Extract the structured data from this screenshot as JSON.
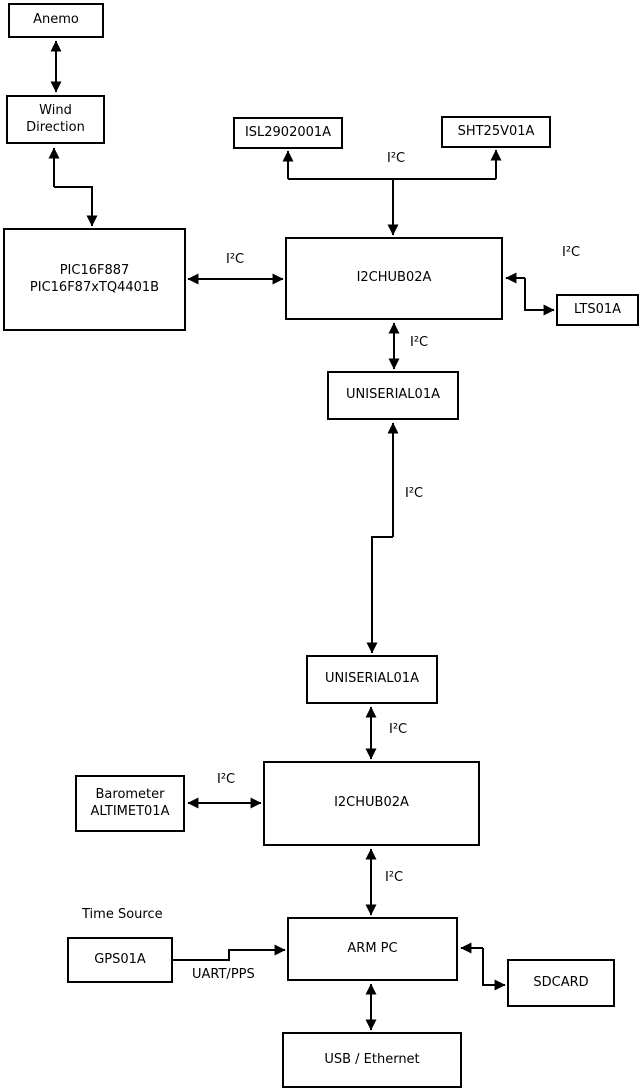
{
  "nodes": {
    "anemo": {
      "lines": [
        "Anemo"
      ]
    },
    "wind": {
      "lines": [
        "Wind",
        "Direction"
      ]
    },
    "pic": {
      "lines": [
        "PIC16F887",
        "PIC16F87xTQ4401B"
      ]
    },
    "isl": {
      "lines": [
        "ISL2902001A"
      ]
    },
    "sht": {
      "lines": [
        "SHT25V01A"
      ]
    },
    "hub1": {
      "lines": [
        "I2CHUB02A"
      ]
    },
    "lts": {
      "lines": [
        "LTS01A"
      ]
    },
    "uniserial1": {
      "lines": [
        "UNISERIAL01A"
      ]
    },
    "uniserial2": {
      "lines": [
        "UNISERIAL01A"
      ]
    },
    "hub2": {
      "lines": [
        "I2CHUB02A"
      ]
    },
    "barometer": {
      "lines": [
        "Barometer",
        "ALTIMET01A"
      ]
    },
    "armpc": {
      "lines": [
        "ARM PC"
      ]
    },
    "gps": {
      "lines": [
        "GPS01A"
      ]
    },
    "sdcard": {
      "lines": [
        "SDCARD"
      ]
    },
    "usb": {
      "lines": [
        "USB / Ethernet"
      ]
    }
  },
  "edge_labels": {
    "i2c_top": "I²C",
    "i2c_pic_hub1": "I²C",
    "i2c_hub1_lts": "I²C",
    "i2c_hub1_uni1": "I²C",
    "i2c_uni1_uni2": "I²C",
    "i2c_uni2_hub2": "I²C",
    "i2c_baro_hub2": "I²C",
    "i2c_hub2_arm": "I²C",
    "time_source": "Time Source",
    "uart_pps": "UART/PPS"
  },
  "colors": {
    "line": "#000000",
    "box_border": "#000000",
    "box_fill": "#ffffff",
    "background": "#ffffff"
  }
}
